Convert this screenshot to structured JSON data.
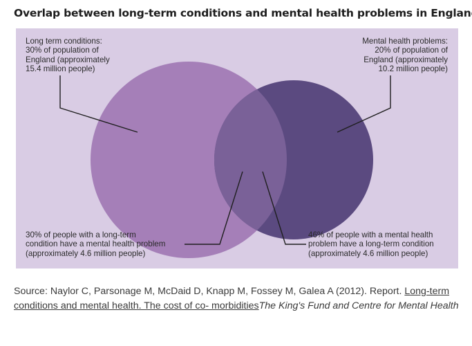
{
  "title": "Overlap between long-term conditions and mental health problems in England",
  "colors": {
    "panel_bg": "#d9cce4",
    "circle_left": "#a57fb8",
    "circle_right": "#5b4a80",
    "overlap": "#7a6198",
    "leader_line": "#1f1f1f"
  },
  "callouts": {
    "top_left": [
      "Long term conditions:",
      "30% of population of",
      "England (approximately",
      "15.4 million people)"
    ],
    "top_right": [
      "Mental health problems:",
      "20% of population of",
      "England (approximately",
      "10.2 million people)"
    ],
    "bottom_left": [
      "30% of people with a long-term",
      "condition have a mental health problem",
      "(approximately 4.6 million people)"
    ],
    "bottom_right": [
      "46% of people with a mental health",
      "problem have a long-term condition",
      "(approximately 4.6 million people)"
    ]
  },
  "source": {
    "prefix": "Source: Naylor C, Parsonage M, McDaid D, Knapp M, Fossey M, Galea A (2012). Report. ",
    "link_text": "Long-term conditions and mental health. The cost of co- morbidities",
    "publisher": "The King's Fund and Centre for Mental Health"
  }
}
